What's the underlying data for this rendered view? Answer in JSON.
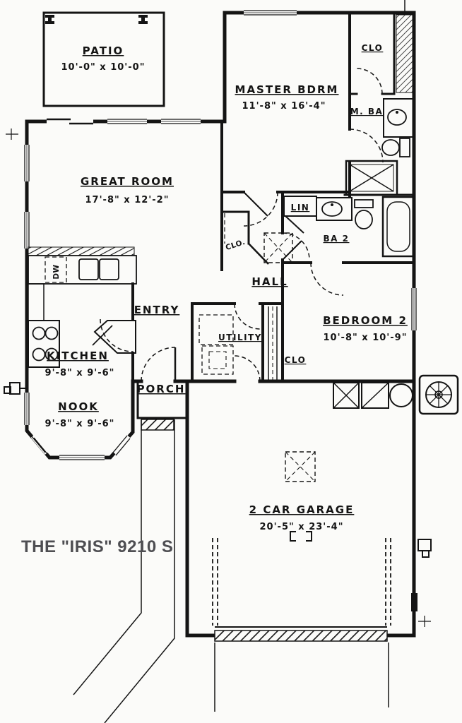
{
  "title": "THE \"IRIS\" 9210 S",
  "rooms": {
    "patio": {
      "name": "PATIO",
      "dims": "10'-0\" x 10'-0\""
    },
    "great_room": {
      "name": "GREAT ROOM",
      "dims": "17'-8\" x 12'-2\""
    },
    "master_bedroom": {
      "name": "MASTER BDRM",
      "dims": "11'-8\" x 16'-4\""
    },
    "master_closet": {
      "name": "CLO"
    },
    "master_bath": {
      "name": "M. BA"
    },
    "linen": {
      "name": "LIN"
    },
    "bath2": {
      "name": "BA 2"
    },
    "hall": {
      "name": "HALL"
    },
    "hall_closet": {
      "name": "CLO."
    },
    "entry": {
      "name": "ENTRY"
    },
    "utility": {
      "name": "UTILITY"
    },
    "bedroom2": {
      "name": "BEDROOM 2",
      "dims": "10'-8\" x 10'-9\""
    },
    "bedroom2_closet": {
      "name": "CLO"
    },
    "kitchen": {
      "name": "KITCHEN",
      "dims": "9'-8\" x 9'-6\""
    },
    "nook": {
      "name": "NOOK",
      "dims": "9'-8\" x 9'-6\""
    },
    "porch": {
      "name": "PORCH"
    },
    "garage": {
      "name": "2 CAR GARAGE",
      "dims": "20'-5\" x 23'-4\""
    }
  },
  "fixtures": {
    "dishwasher_label": "DW"
  },
  "colors": {
    "ink": "#141414",
    "paper": "#fbfbf9",
    "title_gray": "#4e4e52"
  }
}
